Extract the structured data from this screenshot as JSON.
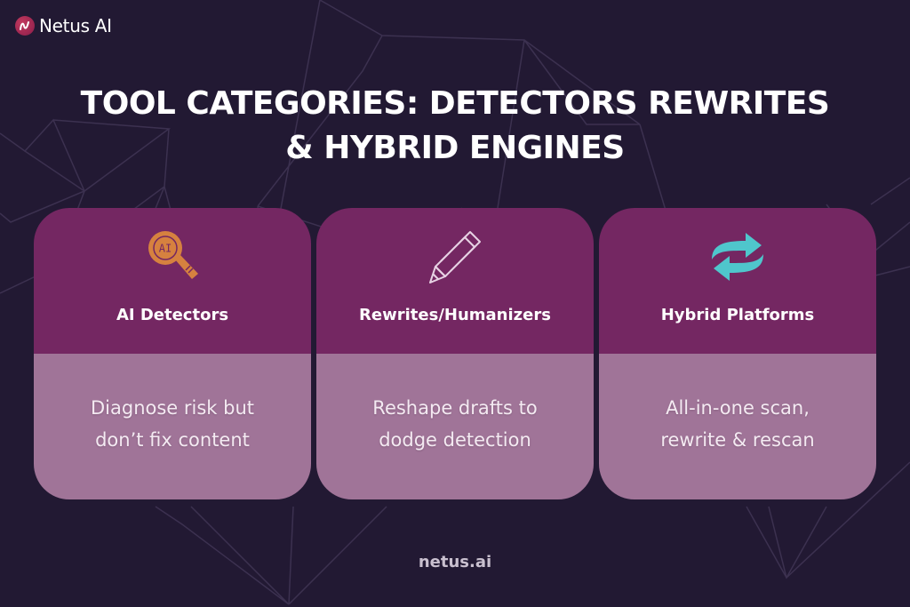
{
  "brand": {
    "logo_text": "Netus AI",
    "logo_icon": "netus-logo-icon"
  },
  "title": {
    "line1": "TOOL CATEGORIES: DETECTORS REWRITES",
    "line2": "& HYBRID ENGINES"
  },
  "colors": {
    "background": "#221933",
    "card_header": "#742762",
    "card_body": "#a07498",
    "detector_icon": "#d6813f",
    "pencil_icon": "#e7d2e4",
    "hybrid_icon": "#4fc6cc"
  },
  "cards": [
    {
      "icon": "ai-magnifier-icon",
      "icon_text": "AI",
      "title": "AI Detectors",
      "line1": "Diagnose risk but",
      "line2": "don’t fix content"
    },
    {
      "icon": "pencil-icon",
      "title": "Rewrites/Humanizers",
      "line1": "Reshape drafts to",
      "line2": "dodge detection"
    },
    {
      "icon": "refresh-arrows-icon",
      "title": "Hybrid Platforms",
      "line1": "All-in-one scan,",
      "line2": "rewrite & rescan"
    }
  ],
  "footer": {
    "site": "netus.ai"
  }
}
